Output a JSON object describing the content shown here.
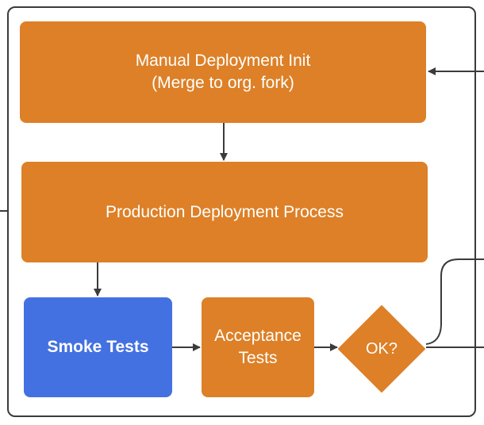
{
  "diagram": {
    "nodes": {
      "manual_init": {
        "label": "Manual Deployment Init\n(Merge to org. fork)"
      },
      "production": {
        "label": "Production Deployment Process"
      },
      "smoke": {
        "label": "Smoke Tests"
      },
      "acceptance": {
        "label": "Acceptance\nTests"
      },
      "decision": {
        "label": "OK?"
      }
    },
    "colors": {
      "process": "#dd8027",
      "highlight": "#4471e1",
      "line": "#3b3b3b",
      "text": "#ffffff"
    },
    "edges": [
      {
        "from": "manual_init",
        "to": "production"
      },
      {
        "from": "production",
        "to": "smoke"
      },
      {
        "from": "smoke",
        "to": "acceptance"
      },
      {
        "from": "acceptance",
        "to": "decision"
      }
    ]
  }
}
